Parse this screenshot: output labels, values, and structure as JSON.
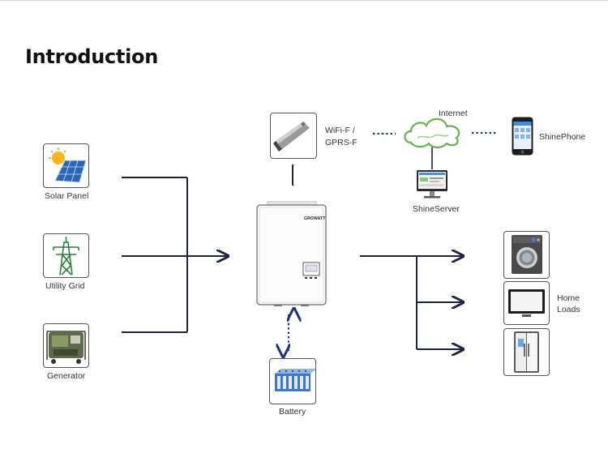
{
  "page": {
    "title": "Introduction"
  },
  "sources": {
    "solar": {
      "label": "Solar Panel",
      "icon": "solar-panel-icon"
    },
    "grid": {
      "label": "Utility Grid",
      "icon": "transmission-tower-icon"
    },
    "generator": {
      "label": "Generator",
      "icon": "generator-icon"
    }
  },
  "monitoring": {
    "wifi": {
      "label_line1": "WiFi-F /",
      "label_line2": "GPRS-F",
      "icon": "wifi-stick-icon"
    },
    "internet": {
      "label": "Internet",
      "icon": "cloud-icon"
    },
    "server": {
      "label": "ShineServer",
      "icon": "monitor-icon"
    },
    "phone": {
      "label": "ShinePhone",
      "icon": "smartphone-icon"
    }
  },
  "inverter": {
    "brand": "GROWATT",
    "icon": "inverter-icon"
  },
  "battery": {
    "label": "Battery",
    "icon": "battery-icon"
  },
  "loads": {
    "label_line1": "Home",
    "label_line2": "Loads",
    "items": [
      {
        "icon": "washing-machine-icon"
      },
      {
        "icon": "television-icon"
      },
      {
        "icon": "refrigerator-icon"
      }
    ]
  },
  "colors": {
    "line": "#1c2340",
    "dotted": "#1f3670",
    "accent_green": "#6ab04c"
  }
}
